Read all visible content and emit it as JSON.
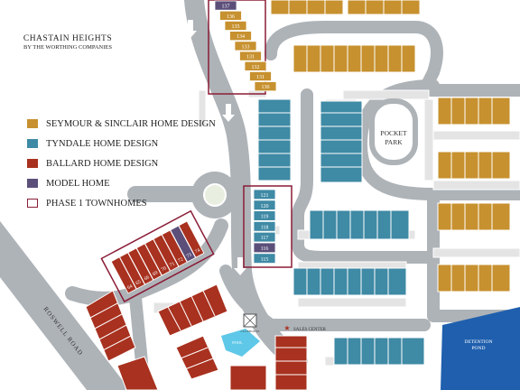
{
  "map": {
    "title": "CHASTAIN HEIGHTS",
    "subtitle": "BY THE WORTHING COMPANIES",
    "road_label": "ROSWELL ROAD",
    "park_label_line1": "POCKET",
    "park_label_line2": "PARK",
    "sales_center_label": "SALES CENTER",
    "clubhouse_label": "CLUBHOUSE",
    "pool_label": "POOL",
    "detention_label_line1": "DETENTION",
    "detention_label_line2": "POND"
  },
  "legend": [
    {
      "label": "SEYMOUR & SINCLAIR HOME DESIGN",
      "color": "#c7912f",
      "style": "filled"
    },
    {
      "label": "TYNDALE HOME DESIGN",
      "color": "#3f8aa5",
      "style": "filled"
    },
    {
      "label": "BALLARD HOME DESIGN",
      "color": "#a8311f",
      "style": "filled"
    },
    {
      "label": "MODEL HOME",
      "color": "#5b4f7a",
      "style": "filled"
    },
    {
      "label": "PHASE 1 TOWNHOMES",
      "color": "#8a1c36",
      "style": "outline"
    }
  ],
  "lots": {
    "group_top": [
      "137",
      "136",
      "135",
      "134",
      "133",
      "131",
      "132",
      "131",
      "130"
    ],
    "group_mid": [
      "121",
      "120",
      "119",
      "118",
      "117",
      "116",
      "115"
    ],
    "group_angled": [
      "64",
      "65",
      "66",
      "69",
      "70",
      "71",
      "72",
      "73",
      "74"
    ]
  },
  "colors": {
    "gold": "#c7912f",
    "blue": "#3f8aa5",
    "red": "#a8311f",
    "model": "#5b4f7a",
    "phase": "#8a1c36",
    "road": "#aeb3b8",
    "pond": "#1f5fae",
    "pool": "#5fc8e8",
    "gray_lot": "#e4e4e4",
    "green": "#e8efe0"
  }
}
